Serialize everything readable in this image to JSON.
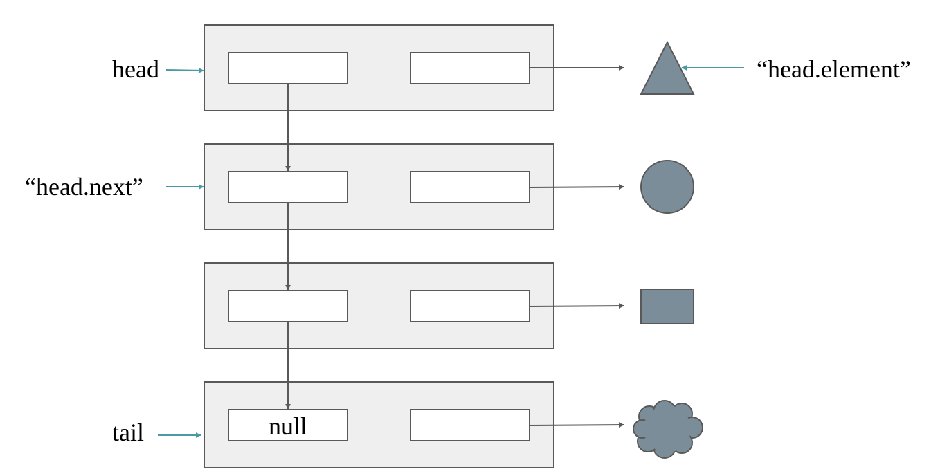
{
  "labels": {
    "head": "head",
    "head_next": "“head.next”",
    "tail": "tail",
    "head_element": "“head.element”"
  },
  "nodes": [
    {
      "next_value": "",
      "element_shape": "triangle"
    },
    {
      "next_value": "",
      "element_shape": "circle"
    },
    {
      "next_value": "",
      "element_shape": "square"
    },
    {
      "next_value": "null",
      "element_shape": "cloud"
    }
  ],
  "colors": {
    "node_fill": "#efefef",
    "outline": "#595959",
    "shape_fill": "#7b8d99",
    "label_arrow": "#4a9aa5"
  }
}
